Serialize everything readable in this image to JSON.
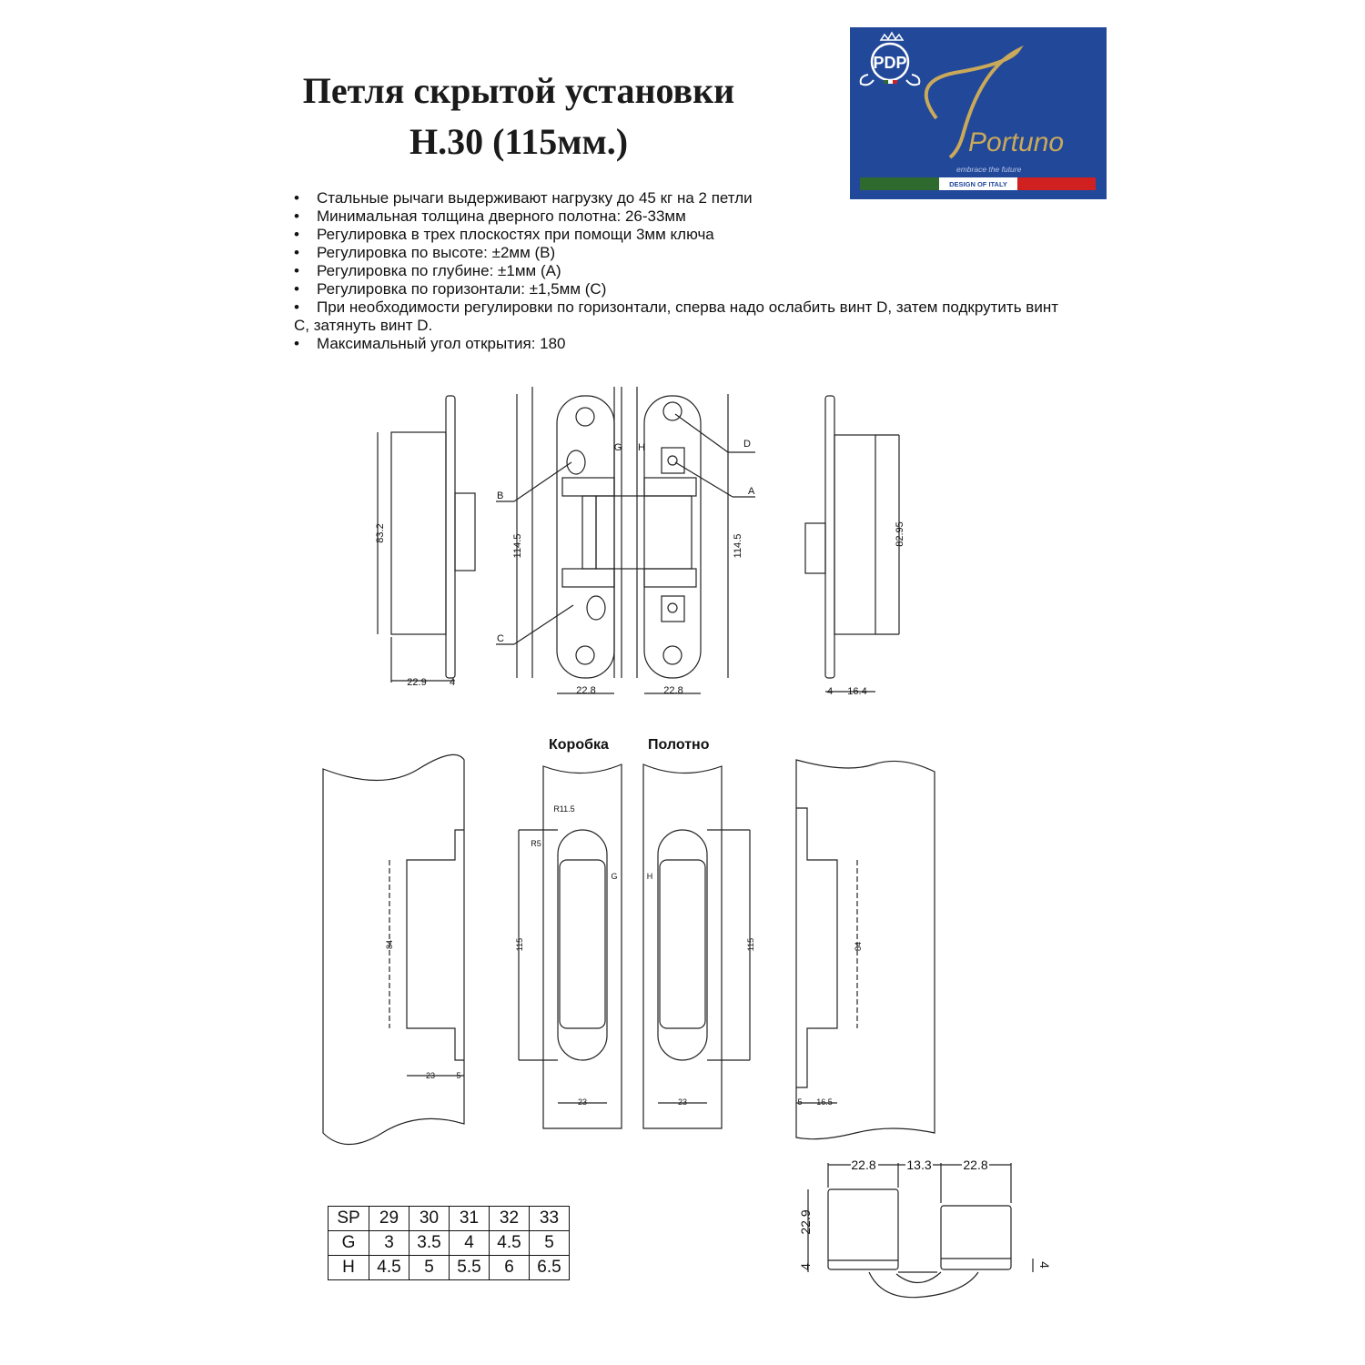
{
  "title": {
    "line1": "Петля скрытой установки",
    "line2": "H.30 (115мм.)"
  },
  "logo": {
    "monogram": "PDP",
    "brand": "Portuno",
    "tagline": "embrace the future",
    "badge": "DESIGN OF ITALY",
    "colors": {
      "bg": "#22489a",
      "gold": "#c9a95a",
      "green": "#2e6a2e",
      "red": "#d02020"
    }
  },
  "bullets": [
    "Стальные рычаги выдерживают нагрузку до 45 кг на 2 петли",
    "Минимальная толщина дверного полотна: 26-33мм",
    "Регулировка в трех плоскостях при помощи 3мм ключа",
    "Регулировка по высоте: ±2мм (B)",
    "Регулировка по глубине: ±1мм (A)",
    "Регулировка по горизонтали: ±1,5мм (C)",
    "При необходимости регулировки по горизонтали, сперва надо ослабить винт D, затем подкрутить винт C, затянуть винт D.",
    "Максимальный угол открытия: 180"
  ],
  "top_drawing": {
    "left_side": {
      "height": "83.2",
      "depth": "22.9",
      "plate": "4"
    },
    "hinge_left": {
      "height": "114.5",
      "width": "22.8",
      "label_g": "G",
      "label_b": "B",
      "label_c": "C"
    },
    "hinge_right": {
      "height": "114.5",
      "width": "22.8",
      "label_h": "H",
      "label_d": "D",
      "label_a": "A"
    },
    "right_side": {
      "height": "82.95",
      "plate": "4",
      "depth": "16.4"
    }
  },
  "mortise": {
    "frame_label": "Коробка",
    "door_label": "Полотно",
    "left": {
      "height": "84",
      "depth": "23",
      "plate": "5"
    },
    "frame": {
      "r1": "R11.5",
      "r2": "R5",
      "g": "G",
      "height": "115",
      "width": "23"
    },
    "door": {
      "h": "H",
      "height": "115",
      "width": "23"
    },
    "right": {
      "height": "84",
      "plate": "5",
      "depth": "16.5"
    }
  },
  "table": {
    "rows": [
      [
        "SP",
        "29",
        "30",
        "31",
        "32",
        "33"
      ],
      [
        "G",
        "3",
        "3.5",
        "4",
        "4.5",
        "5"
      ],
      [
        "H",
        "4.5",
        "5",
        "5.5",
        "6",
        "6.5"
      ]
    ]
  },
  "top_view": {
    "w1": "22.8",
    "gap": "13.3",
    "w2": "22.8",
    "h": "22.9",
    "plate_l": "4",
    "plate_r": "4"
  }
}
